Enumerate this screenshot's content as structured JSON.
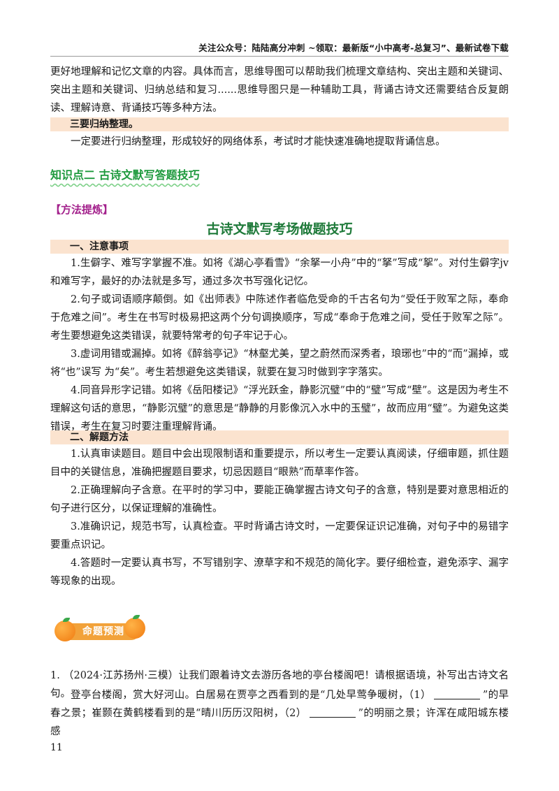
{
  "header": {
    "note": "关注公众号：陆陆高分冲刺 ~领取：最新版“小中高考-总复习”、最新试卷下载"
  },
  "intro": {
    "paragraph": "更好地理解和记忆文章的内容。具体而言，思维导图可以帮助我们梳理文章结构、突出主题和关键词、突出主题和关键词、归纳总结和复习......思维导图只是一种辅助工具，背诵古诗文还需要结合反复朗读、理解诗意、背诵技巧等多种方法。",
    "point3_title": "三要归纳整理。",
    "point3_text": "一定要进行归纳整理，形成较好的网络体系，考试时才能快速准确地提取背诵信息。"
  },
  "knowledge_point": {
    "title": "知识点二  古诗文默写答题技巧"
  },
  "method": {
    "tag": "【方法提炼】",
    "title": "古诗文默写考场做题技巧"
  },
  "section1": {
    "heading": "一、注意事项",
    "items": [
      "1.生僻字、难写字掌握不准。如将《湖心亭看雪》“余拏一小舟”中的“拏”写成“挐”。对付生僻字jv和难写字，最好的办法就是多写，通过多次书写强化记忆。",
      "2.句子或词语顺序颠倒。如《出师表》中陈述作者临危受命的千古名句为“受任于败军之际，奉命于危难之间”。考生在书写时极易把这两个分句调换顺序，写成“奉命于危难之间，受任于败军之际”。考生要想避免这类错误，就要特常考的句子牢记于心。",
      "3.虚词用错或漏掉。如将《醉翁亭记》“林壑尤美，望之蔚然而深秀者，琅琊也”中的“而”漏掉，或将“也”误写 为“矣”。考生若想避免这类错误，就要在复习时做到字字落实。",
      "4.同音异形字记错。如将《岳阳楼记》“浮光跃金，静影沉璧”中的“璧”写成“壁”。这是因为考生不理解这句话的意思，“静影沉璧”的意思是“静静的月影像沉入水中的玉璧”，故而应用“璧”。为避免这类错误，考生在复习时要注重理解背诵。"
    ]
  },
  "section2": {
    "heading": "二、解题方法",
    "items": [
      "1.认真审读题目。题目中会出现限制语和重要提示，所以考生一定要认真阅读，仔细审题，抓住题目中的关键信息，准确把握题目要求，切忌因题目“眼熟”而草率作答。",
      "2.正确理解向子含意。在平时的学习中，要能正确掌握古诗文句子的含意，特别是要对意思相近的句子进行区分，以保证理解的准确性。",
      "3.准确识记，规范书写，认真检查。平时背诵古诗文时，一定要保证识记准确，对句子中的易错字要重点识记。",
      "4.答题时一定要认真书写，不写错别字、潦草字和不规范的简化字。要仔细检查，避免添字、漏字等现象的出现。"
    ]
  },
  "badge": {
    "label": "命题预测"
  },
  "question": {
    "number": "1.",
    "source": "（2024·江苏扬州·三模）",
    "prompt": "让我们跟着诗文去游历各地的亭台楼阁吧！请根据语境，补写出古诗文名句。",
    "body_part1": "登亭台楼阁，赏大好河山。白居易在贾亭之西看到的是“几处早莺争暖树，（1）",
    "body_part2": "”的早春之景；崔颢在黄鹤楼看到的是“晴川历历汉阳树，（2）",
    "body_part3": "”的明丽之景；许浑在咸阳城东楼感"
  },
  "footer": {
    "page_number": "11"
  }
}
